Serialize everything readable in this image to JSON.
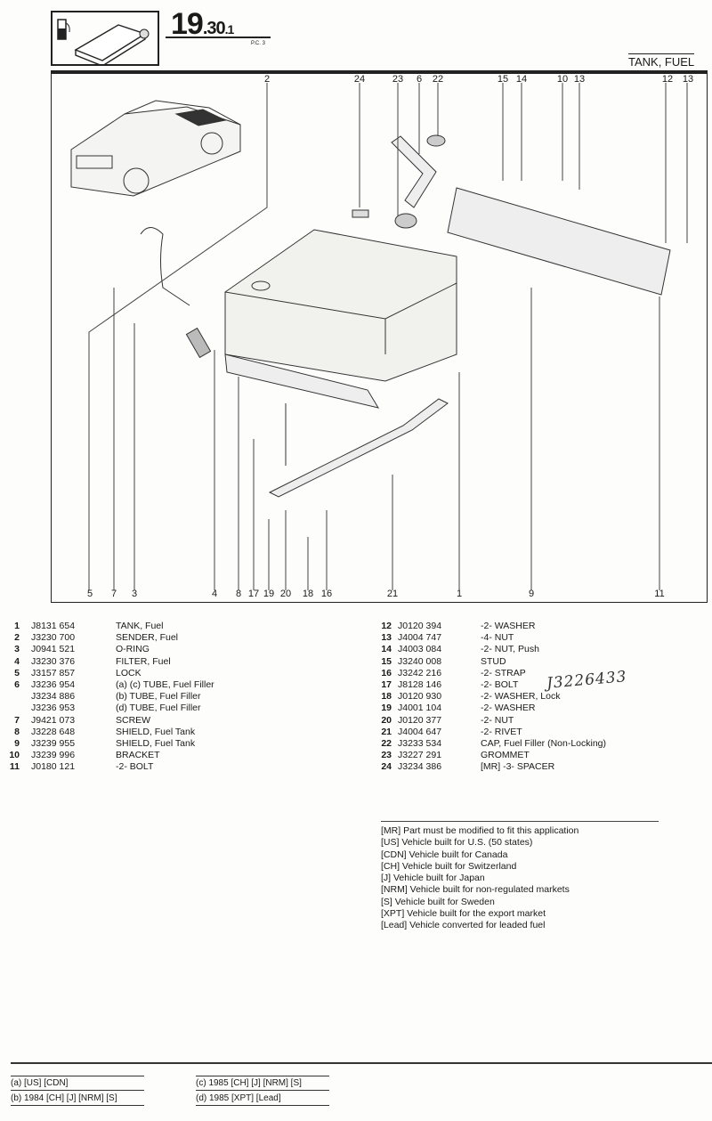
{
  "header": {
    "section_code_major": "19",
    "section_code_minor": ".30",
    "section_code_sub": ".1",
    "pc": "P.C. 3",
    "title": "TANK, FUEL",
    "icon": "fuel-pump-icon"
  },
  "diagram": {
    "top_callouts": [
      "2",
      "24",
      "23",
      "6",
      "22",
      "15",
      "14",
      "10",
      "13",
      "12",
      "13"
    ],
    "bottom_callouts": [
      "5",
      "7",
      "3",
      "4",
      "8",
      "17",
      "19",
      "20",
      "18",
      "16",
      "21",
      "1",
      "9",
      "11"
    ]
  },
  "parts_left": [
    {
      "ref": "1",
      "part": "J8131 654",
      "desc": "TANK, Fuel"
    },
    {
      "ref": "2",
      "part": "J3230 700",
      "desc": "SENDER, Fuel"
    },
    {
      "ref": "3",
      "part": "J0941 521",
      "desc": "O-RING"
    },
    {
      "ref": "4",
      "part": "J3230 376",
      "desc": "FILTER, Fuel"
    },
    {
      "ref": "5",
      "part": "J3157 857",
      "desc": "LOCK"
    },
    {
      "ref": "6",
      "part": "J3236 954",
      "desc": "(a) (c)   TUBE, Fuel Filler"
    },
    {
      "ref": "",
      "part": "J3234 886",
      "desc": "(b)   TUBE, Fuel Filler"
    },
    {
      "ref": "",
      "part": "J3236 953",
      "desc": "(d)   TUBE, Fuel Filler"
    },
    {
      "ref": "7",
      "part": "J9421 073",
      "desc": "SCREW"
    },
    {
      "ref": "8",
      "part": "J3228 648",
      "desc": "SHIELD, Fuel Tank"
    },
    {
      "ref": "9",
      "part": "J3239 955",
      "desc": "SHIELD, Fuel Tank"
    },
    {
      "ref": "10",
      "part": "J3239 996",
      "desc": "BRACKET"
    },
    {
      "ref": "11",
      "part": "J0180 121",
      "desc": "-2- BOLT"
    }
  ],
  "parts_right": [
    {
      "ref": "12",
      "part": "J0120 394",
      "desc": "-2- WASHER"
    },
    {
      "ref": "13",
      "part": "J4004 747",
      "desc": "-4- NUT"
    },
    {
      "ref": "14",
      "part": "J4003 084",
      "desc": "-2- NUT, Push"
    },
    {
      "ref": "15",
      "part": "J3240 008",
      "desc": "STUD"
    },
    {
      "ref": "16",
      "part": "J3242 216",
      "desc": "-2- STRAP"
    },
    {
      "ref": "17",
      "part": "J8128 146",
      "desc": "-2- BOLT"
    },
    {
      "ref": "18",
      "part": "J0120 930",
      "desc": "-2- WASHER, Lock"
    },
    {
      "ref": "19",
      "part": "J4001 104",
      "desc": "-2- WASHER"
    },
    {
      "ref": "20",
      "part": "J0120 377",
      "desc": "-2- NUT"
    },
    {
      "ref": "21",
      "part": "J4004 647",
      "desc": "-2- RIVET"
    },
    {
      "ref": "22",
      "part": "J3233 534",
      "desc": "CAP, Fuel Filler (Non-Locking)"
    },
    {
      "ref": "23",
      "part": "J3227 291",
      "desc": "GROMMET"
    },
    {
      "ref": "24",
      "part": "J3234 386",
      "desc": "[MR]   -3- SPACER"
    }
  ],
  "handwritten_note": "J3226433",
  "legend": [
    "[MR] Part must be modified to fit this application",
    "[US] Vehicle built for U.S. (50 states)",
    "[CDN] Vehicle built for Canada",
    "[CH] Vehicle built for Switzerland",
    "[J] Vehicle built for Japan",
    "[NRM] Vehicle built for non-regulated markets",
    "[S] Vehicle built for Sweden",
    "[XPT] Vehicle built for the export market",
    "[Lead] Vehicle converted for leaded fuel"
  ],
  "footnotes": [
    "(a) [US] [CDN]",
    "(b) 1984 [CH] [J] [NRM] [S]",
    "(c) 1985 [CH] [J] [NRM] [S]",
    "(d) 1985 [XPT] [Lead]"
  ]
}
